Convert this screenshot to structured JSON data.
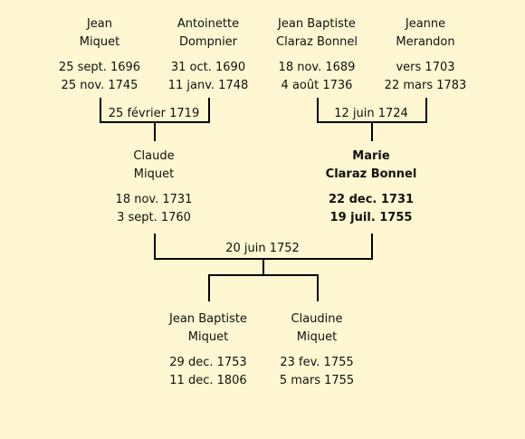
{
  "people": {
    "jean_miquet": {
      "first": "Jean",
      "last": "Miquet",
      "birth": "25 sept. 1696",
      "death": "25 nov. 1745"
    },
    "antoinette_dompnier": {
      "first": "Antoinette",
      "last": "Dompnier",
      "birth": "31 oct. 1690",
      "death": "11 janv. 1748"
    },
    "jean_baptiste_claraz": {
      "first": "Jean Baptiste",
      "last": "Claraz Bonnel",
      "birth": "18 nov. 1689",
      "death": "4 août 1736"
    },
    "jeanne_merandon": {
      "first": "Jeanne",
      "last": "Merandon",
      "birth": "vers 1703",
      "death": "22 mars 1783"
    },
    "claude_miquet": {
      "first": "Claude",
      "last": "Miquet",
      "birth": "18 nov. 1731",
      "death": "3 sept. 1760"
    },
    "marie_claraz": {
      "first": "Marie",
      "last": "Claraz Bonnel",
      "birth": "22 dec. 1731",
      "death": "19 juil. 1755"
    },
    "jean_baptiste_miquet": {
      "first": "Jean Baptiste",
      "last": "Miquet",
      "birth": "29 dec. 1753",
      "death": "11 dec. 1806"
    },
    "claudine_miquet": {
      "first": "Claudine",
      "last": "Miquet",
      "birth": "23 fev. 1755",
      "death": "5 mars 1755"
    }
  },
  "marriages": {
    "miquet_dompnier": "25 février 1719",
    "claraz_merandon": "12 juin 1724",
    "miquet_claraz": "20 juin 1752"
  }
}
